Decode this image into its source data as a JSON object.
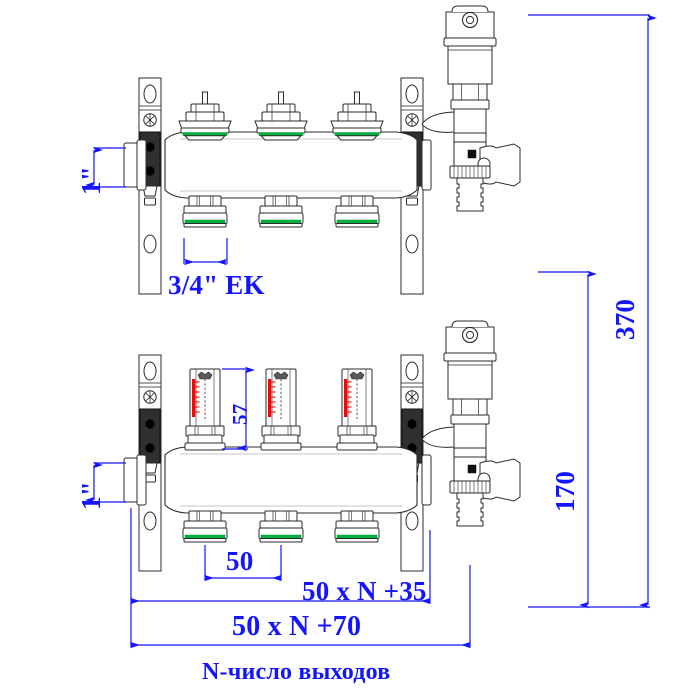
{
  "drawing": {
    "title": "Underfloor heating manifold assembly - dimensioned drawing",
    "line_color": "#1a1a1a",
    "dimension_color": "#1414ff",
    "accent_green": "#00b140",
    "accent_red": "#ff0000",
    "background": "#ffffff"
  },
  "dimensions": {
    "inlet_top": "1\"",
    "inlet_bottom": "1\"",
    "outlet_thread": "3/4\" EK",
    "flowmeter_height": "57",
    "outlet_pitch": "50",
    "length_inner": "50 x N +35",
    "length_outer": "50 x N +70",
    "height_total": "370",
    "height_partial": "170"
  },
  "notes": {
    "n_definition": "N-число выходов"
  },
  "components": {
    "upper_manifold": {
      "name": "Supply manifold bar",
      "valve_count": 3,
      "valve_label": "thermostatic valve insert",
      "outlet_count": 3,
      "outlet_label": "eurocone outlet fitting"
    },
    "lower_manifold": {
      "name": "Return manifold bar",
      "flowmeter_count": 3,
      "flowmeter_label": "flow meter with scale",
      "outlet_count": 3,
      "outlet_label": "eurocone outlet fitting"
    },
    "end_group_top": {
      "air_vent": "automatic air vent",
      "ball_valve": "drain ball valve with handle",
      "hose_barb": "hose barb drain outlet"
    },
    "end_group_bottom": {
      "air_vent": "automatic air vent",
      "ball_valve": "drain ball valve with handle",
      "hose_barb": "hose barb drain outlet"
    },
    "brackets": {
      "left_label": "mounting bracket rail",
      "right_label": "mounting bracket rail"
    }
  }
}
